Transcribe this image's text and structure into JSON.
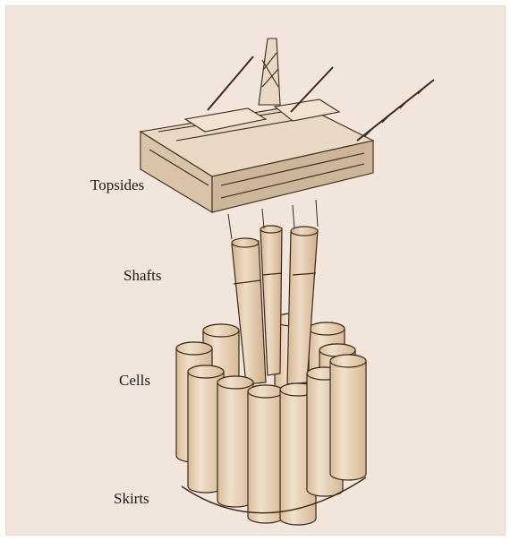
{
  "figure": {
    "labels": {
      "topsides": "Topsides",
      "shafts": "Shafts",
      "cells": "Cells",
      "skirts": "Skirts"
    },
    "colors": {
      "background": "#f2e5dc",
      "cell_fill": "#ecd7bf",
      "cell_shade": "#d9bc9a",
      "outline": "#3a2a1c",
      "topsides_fill": "#e8d8c4"
    }
  }
}
